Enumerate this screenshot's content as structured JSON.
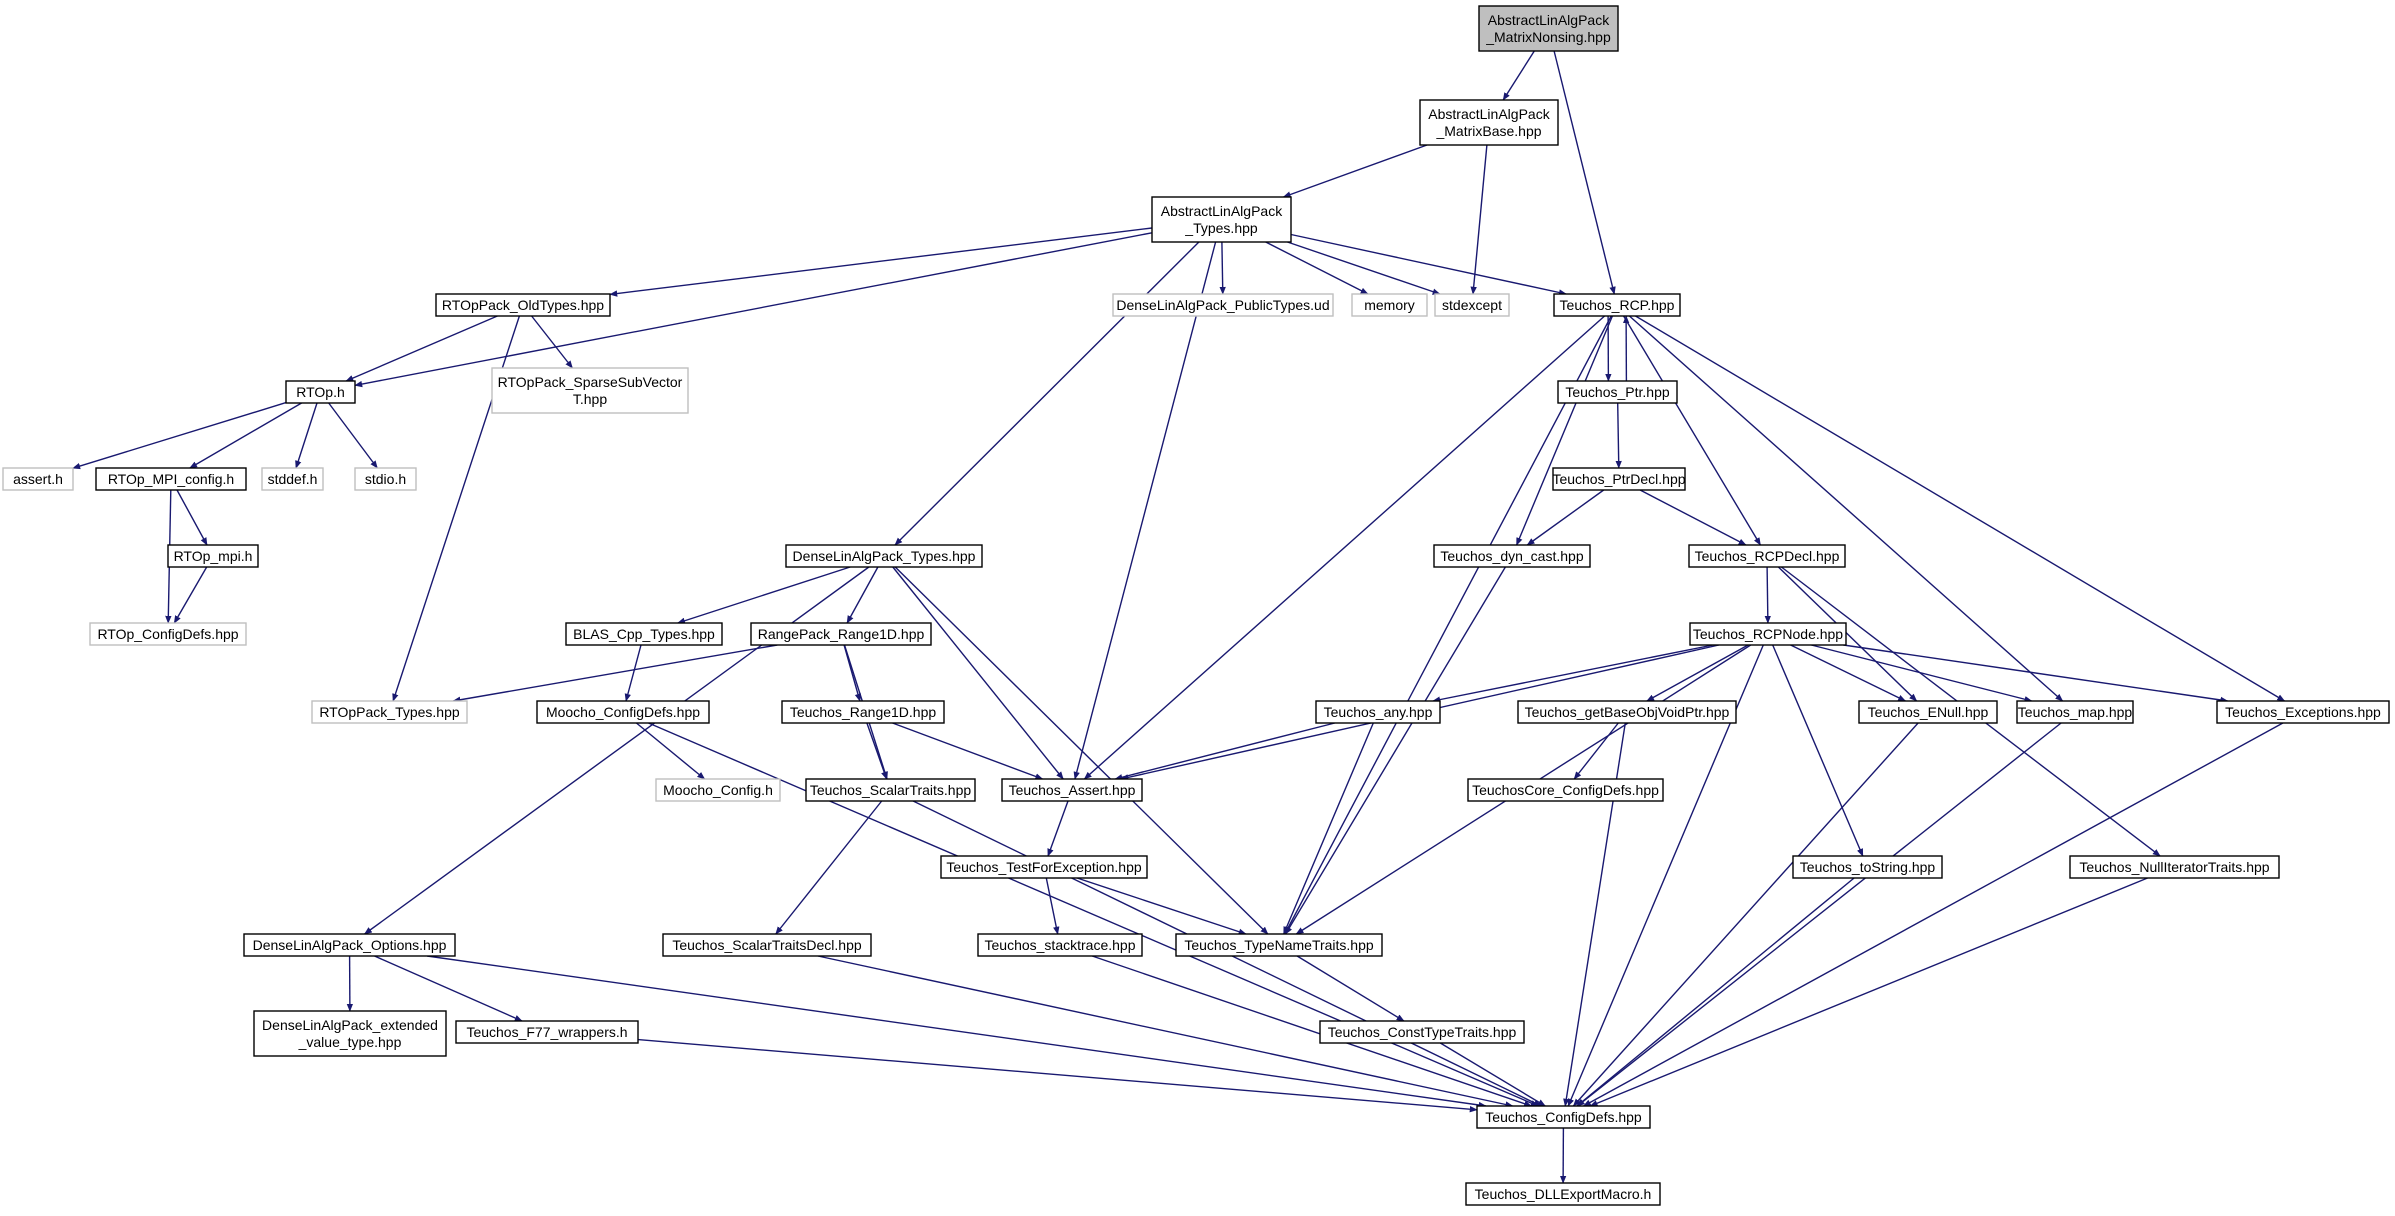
{
  "colors": {
    "edge": "#191970",
    "documented_border": "#000000",
    "undocumented_border": "#bfbfbf",
    "root_fill": "#bfbfbf",
    "node_fill": "#ffffff",
    "text": "#000000"
  },
  "nodes": [
    {
      "id": "n0",
      "lines": [
        "AbstractLinAlgPack",
        "_MatrixNonsing.hpp"
      ],
      "kind": "root"
    },
    {
      "id": "n1",
      "lines": [
        "AbstractLinAlgPack",
        "_MatrixBase.hpp"
      ],
      "kind": "doc"
    },
    {
      "id": "n2",
      "lines": [
        "AbstractLinAlgPack",
        "_Types.hpp"
      ],
      "kind": "doc"
    },
    {
      "id": "n3",
      "lines": [
        "RTOpPack_OldTypes.hpp"
      ],
      "kind": "doc"
    },
    {
      "id": "n4",
      "lines": [
        "DenseLinAlgPack_PublicTypes.ud"
      ],
      "kind": "undoc"
    },
    {
      "id": "n5",
      "lines": [
        "memory"
      ],
      "kind": "undoc"
    },
    {
      "id": "n6",
      "lines": [
        "stdexcept"
      ],
      "kind": "undoc"
    },
    {
      "id": "n7",
      "lines": [
        "Teuchos_RCP.hpp"
      ],
      "kind": "doc"
    },
    {
      "id": "n8",
      "lines": [
        "RTOp.h"
      ],
      "kind": "doc"
    },
    {
      "id": "n9",
      "lines": [
        "RTOpPack_SparseSubVector",
        "T.hpp"
      ],
      "kind": "undoc"
    },
    {
      "id": "n10",
      "lines": [
        "Teuchos_Ptr.hpp"
      ],
      "kind": "doc"
    },
    {
      "id": "n11",
      "lines": [
        "assert.h"
      ],
      "kind": "undoc"
    },
    {
      "id": "n12",
      "lines": [
        "RTOp_MPI_config.h"
      ],
      "kind": "doc"
    },
    {
      "id": "n13",
      "lines": [
        "stddef.h"
      ],
      "kind": "undoc"
    },
    {
      "id": "n14",
      "lines": [
        "stdio.h"
      ],
      "kind": "undoc"
    },
    {
      "id": "n15",
      "lines": [
        "Teuchos_PtrDecl.hpp"
      ],
      "kind": "doc"
    },
    {
      "id": "n16",
      "lines": [
        "RTOp_mpi.h"
      ],
      "kind": "doc"
    },
    {
      "id": "n17",
      "lines": [
        "DenseLinAlgPack_Types.hpp"
      ],
      "kind": "doc"
    },
    {
      "id": "n18",
      "lines": [
        "Teuchos_dyn_cast.hpp"
      ],
      "kind": "doc"
    },
    {
      "id": "n19",
      "lines": [
        "Teuchos_RCPDecl.hpp"
      ],
      "kind": "doc"
    },
    {
      "id": "n20",
      "lines": [
        "RTOp_ConfigDefs.hpp"
      ],
      "kind": "undoc"
    },
    {
      "id": "n21",
      "lines": [
        "BLAS_Cpp_Types.hpp"
      ],
      "kind": "doc"
    },
    {
      "id": "n22",
      "lines": [
        "RangePack_Range1D.hpp"
      ],
      "kind": "doc"
    },
    {
      "id": "n23",
      "lines": [
        "Teuchos_RCPNode.hpp"
      ],
      "kind": "doc"
    },
    {
      "id": "n24",
      "lines": [
        "RTOpPack_Types.hpp"
      ],
      "kind": "undoc"
    },
    {
      "id": "n25",
      "lines": [
        "Moocho_ConfigDefs.hpp"
      ],
      "kind": "doc"
    },
    {
      "id": "n26",
      "lines": [
        "Teuchos_Range1D.hpp"
      ],
      "kind": "doc"
    },
    {
      "id": "n27",
      "lines": [
        "Teuchos_any.hpp"
      ],
      "kind": "doc"
    },
    {
      "id": "n28",
      "lines": [
        "Teuchos_getBaseObjVoidPtr.hpp"
      ],
      "kind": "doc"
    },
    {
      "id": "n29",
      "lines": [
        "Teuchos_ENull.hpp"
      ],
      "kind": "doc"
    },
    {
      "id": "n30",
      "lines": [
        "Teuchos_map.hpp"
      ],
      "kind": "doc"
    },
    {
      "id": "n31",
      "lines": [
        "Teuchos_Exceptions.hpp"
      ],
      "kind": "doc"
    },
    {
      "id": "n32",
      "lines": [
        "Moocho_Config.h"
      ],
      "kind": "undoc"
    },
    {
      "id": "n33",
      "lines": [
        "Teuchos_ScalarTraits.hpp"
      ],
      "kind": "doc"
    },
    {
      "id": "n34",
      "lines": [
        "Teuchos_Assert.hpp"
      ],
      "kind": "doc"
    },
    {
      "id": "n35",
      "lines": [
        "TeuchosCore_ConfigDefs.hpp"
      ],
      "kind": "doc"
    },
    {
      "id": "n36",
      "lines": [
        "Teuchos_TestForException.hpp"
      ],
      "kind": "doc"
    },
    {
      "id": "n37",
      "lines": [
        "Teuchos_toString.hpp"
      ],
      "kind": "doc"
    },
    {
      "id": "n38",
      "lines": [
        "Teuchos_NullIteratorTraits.hpp"
      ],
      "kind": "doc"
    },
    {
      "id": "n39",
      "lines": [
        "DenseLinAlgPack_Options.hpp"
      ],
      "kind": "doc"
    },
    {
      "id": "n40",
      "lines": [
        "Teuchos_ScalarTraitsDecl.hpp"
      ],
      "kind": "doc"
    },
    {
      "id": "n41",
      "lines": [
        "Teuchos_stacktrace.hpp"
      ],
      "kind": "doc"
    },
    {
      "id": "n42",
      "lines": [
        "Teuchos_TypeNameTraits.hpp"
      ],
      "kind": "doc"
    },
    {
      "id": "n43",
      "lines": [
        "DenseLinAlgPack_extended",
        "_value_type.hpp"
      ],
      "kind": "doc"
    },
    {
      "id": "n44",
      "lines": [
        "Teuchos_F77_wrappers.h"
      ],
      "kind": "doc"
    },
    {
      "id": "n45",
      "lines": [
        "Teuchos_ConstTypeTraits.hpp"
      ],
      "kind": "doc"
    },
    {
      "id": "n46",
      "lines": [
        "Teuchos_ConfigDefs.hpp"
      ],
      "kind": "doc"
    },
    {
      "id": "n47",
      "lines": [
        "Teuchos_DLLExportMacro.h"
      ],
      "kind": "doc"
    }
  ],
  "edges": [
    [
      "n0",
      "n1"
    ],
    [
      "n0",
      "n7"
    ],
    [
      "n1",
      "n2"
    ],
    [
      "n1",
      "n6"
    ],
    [
      "n2",
      "n3"
    ],
    [
      "n2",
      "n4"
    ],
    [
      "n2",
      "n5"
    ],
    [
      "n2",
      "n6"
    ],
    [
      "n2",
      "n7"
    ],
    [
      "n2",
      "n8"
    ],
    [
      "n2",
      "n17"
    ],
    [
      "n2",
      "n34"
    ],
    [
      "n3",
      "n8"
    ],
    [
      "n3",
      "n9"
    ],
    [
      "n3",
      "n24"
    ],
    [
      "n8",
      "n11"
    ],
    [
      "n8",
      "n12"
    ],
    [
      "n8",
      "n13"
    ],
    [
      "n8",
      "n14"
    ],
    [
      "n12",
      "n16"
    ],
    [
      "n12",
      "n20"
    ],
    [
      "n16",
      "n20"
    ],
    [
      "n7",
      "n10"
    ],
    [
      "n10",
      "n7"
    ],
    [
      "n7",
      "n18"
    ],
    [
      "n7",
      "n19"
    ],
    [
      "n7",
      "n30"
    ],
    [
      "n7",
      "n31"
    ],
    [
      "n7",
      "n34"
    ],
    [
      "n7",
      "n42"
    ],
    [
      "n10",
      "n15"
    ],
    [
      "n15",
      "n18"
    ],
    [
      "n15",
      "n19"
    ],
    [
      "n18",
      "n42"
    ],
    [
      "n19",
      "n23"
    ],
    [
      "n19",
      "n29"
    ],
    [
      "n19",
      "n38"
    ],
    [
      "n17",
      "n21"
    ],
    [
      "n17",
      "n22"
    ],
    [
      "n17",
      "n34"
    ],
    [
      "n17",
      "n39"
    ],
    [
      "n17",
      "n42"
    ],
    [
      "n21",
      "n25"
    ],
    [
      "n22",
      "n24"
    ],
    [
      "n22",
      "n26"
    ],
    [
      "n22",
      "n33"
    ],
    [
      "n25",
      "n32"
    ],
    [
      "n25",
      "n46"
    ],
    [
      "n26",
      "n33"
    ],
    [
      "n26",
      "n34"
    ],
    [
      "n23",
      "n27"
    ],
    [
      "n23",
      "n28"
    ],
    [
      "n23",
      "n29"
    ],
    [
      "n23",
      "n30"
    ],
    [
      "n23",
      "n31"
    ],
    [
      "n23",
      "n34"
    ],
    [
      "n23",
      "n37"
    ],
    [
      "n23",
      "n42"
    ],
    [
      "n23",
      "n46"
    ],
    [
      "n27",
      "n34"
    ],
    [
      "n27",
      "n42"
    ],
    [
      "n28",
      "n35"
    ],
    [
      "n28",
      "n46"
    ],
    [
      "n29",
      "n46"
    ],
    [
      "n30",
      "n46"
    ],
    [
      "n31",
      "n46"
    ],
    [
      "n37",
      "n46"
    ],
    [
      "n38",
      "n46"
    ],
    [
      "n33",
      "n40"
    ],
    [
      "n33",
      "n46"
    ],
    [
      "n40",
      "n46"
    ],
    [
      "n34",
      "n36"
    ],
    [
      "n36",
      "n41"
    ],
    [
      "n36",
      "n42"
    ],
    [
      "n41",
      "n46"
    ],
    [
      "n42",
      "n45"
    ],
    [
      "n45",
      "n46"
    ],
    [
      "n39",
      "n43"
    ],
    [
      "n39",
      "n44"
    ],
    [
      "n39",
      "n46"
    ],
    [
      "n44",
      "n46"
    ],
    [
      "n46",
      "n47"
    ]
  ]
}
